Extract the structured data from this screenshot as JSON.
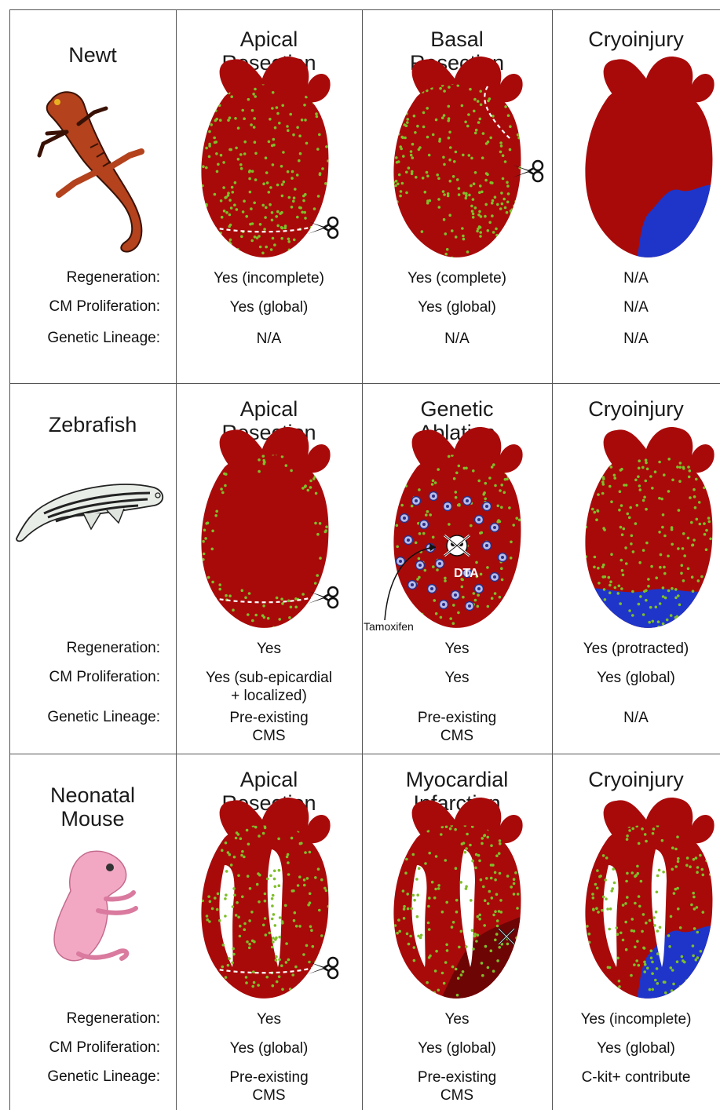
{
  "rows": [
    {
      "species": "Newt",
      "labels": [
        "Regeneration:",
        "CM Proliferation:",
        "Genetic Lineage:"
      ],
      "cols": [
        {
          "title": [
            "Apical",
            "Resection"
          ],
          "values": [
            [
              "Yes (incomplete)"
            ],
            [
              "Yes (global)"
            ],
            [
              "N/A"
            ]
          ]
        },
        {
          "title": [
            "Basal",
            "Resection"
          ],
          "values": [
            [
              "Yes (complete)"
            ],
            [
              "Yes (global)"
            ],
            [
              "N/A"
            ]
          ]
        },
        {
          "title": [
            "Cryoinjury"
          ],
          "values": [
            [
              "N/A"
            ],
            [
              "N/A"
            ],
            [
              "N/A"
            ]
          ]
        }
      ]
    },
    {
      "species": "Zebrafish",
      "labels": [
        "Regeneration:",
        "CM Proliferation:",
        "Genetic Lineage:"
      ],
      "cols": [
        {
          "title": [
            "Apical",
            "Resection"
          ],
          "values": [
            [
              "Yes"
            ],
            [
              "Yes (sub-epicardial",
              "+ localized)"
            ],
            [
              "Pre-existing",
              "CMS"
            ]
          ]
        },
        {
          "title": [
            "Genetic",
            "Ablation"
          ],
          "values": [
            [
              "Yes"
            ],
            [
              "Yes"
            ],
            [
              "Pre-existing",
              "CMS"
            ]
          ]
        },
        {
          "title": [
            "Cryoinjury"
          ],
          "values": [
            [
              "Yes (protracted)"
            ],
            [
              "Yes (global)"
            ],
            [
              "N/A"
            ]
          ]
        }
      ]
    },
    {
      "species": "Neonatal Mouse",
      "species_lines": [
        "Neonatal",
        "Mouse"
      ],
      "labels": [
        "Regeneration:",
        "CM Proliferation:",
        "Genetic Lineage:"
      ],
      "cols": [
        {
          "title": [
            "Apical",
            "Resection"
          ],
          "values": [
            [
              "Yes"
            ],
            [
              "Yes (global)"
            ],
            [
              "Pre-existing",
              "CMS"
            ]
          ]
        },
        {
          "title": [
            "Myocardial",
            "Infarction"
          ],
          "values": [
            [
              "Yes"
            ],
            [
              "Yes (global)"
            ],
            [
              "Pre-existing",
              "CMS"
            ]
          ]
        },
        {
          "title": [
            "Cryoinjury"
          ],
          "values": [
            [
              "Yes (incomplete)"
            ],
            [
              "Yes (global)"
            ],
            [
              "C-kit+ contribute"
            ]
          ]
        }
      ]
    }
  ],
  "annotations": {
    "dta": "DTA",
    "tamoxifen": "Tamoxifen"
  },
  "colors": {
    "heart": "#a80a0a",
    "dots": "#7fbf2a",
    "injury": "#1f35c9",
    "infarct": "#6e0505",
    "grid": "#555555"
  },
  "icons": [
    "newt-illustration",
    "zebrafish-illustration",
    "mouse-pup-illustration",
    "scissors-icon",
    "skull-icon",
    "cross-mark-icon"
  ]
}
